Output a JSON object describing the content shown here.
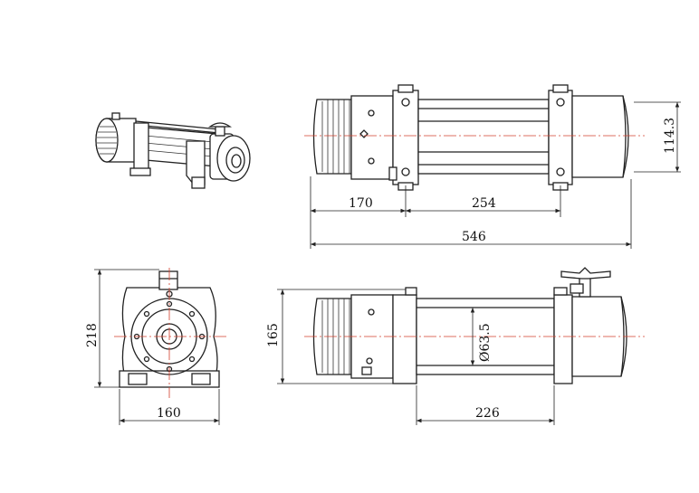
{
  "dimensions": {
    "motor_length": "170",
    "drum_span": "254",
    "overall_length": "546",
    "mount_bolt_spacing": "114.3",
    "end_height": "218",
    "end_width": "160",
    "side_height": "165",
    "drum_diameter": "Ø63.5",
    "side_drum_span": "226"
  },
  "colors": {
    "line": "#222222",
    "centerline": "#d3402c",
    "background": "#ffffff"
  }
}
